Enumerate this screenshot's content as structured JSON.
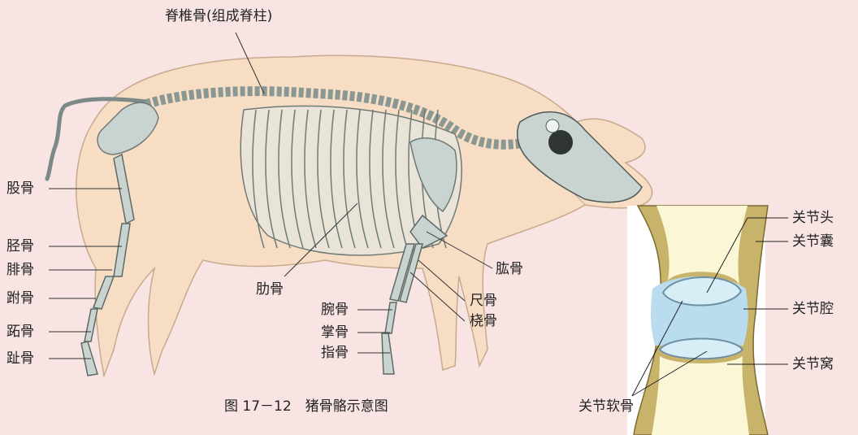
{
  "caption": "图 17－12　猪骨骼示意图",
  "pig_labels": {
    "spine": "脊椎骨(组成脊柱)",
    "femur": "股骨",
    "tibia": "胫骨",
    "fibula": "腓骨",
    "tarsal": "跗骨",
    "metatarsal": "跖骨",
    "toe": "趾骨",
    "rib": "肋骨",
    "carpal": "腕骨",
    "metacarpal": "掌骨",
    "finger": "指骨",
    "humerus": "肱骨",
    "ulna": "尺骨",
    "radius": "桡骨"
  },
  "joint_labels": {
    "head": "关节头",
    "capsule": "关节囊",
    "cavity": "关节腔",
    "socket": "关节窝",
    "cartilage": "关节软骨"
  },
  "colors": {
    "background": "#f7e4e3",
    "pig_body": "#f6ddc4",
    "bone": "#c9d3cf",
    "capsule": "#c8b36a",
    "cavity": "#b9dcef",
    "bone_inner": "#fbf6d6"
  }
}
